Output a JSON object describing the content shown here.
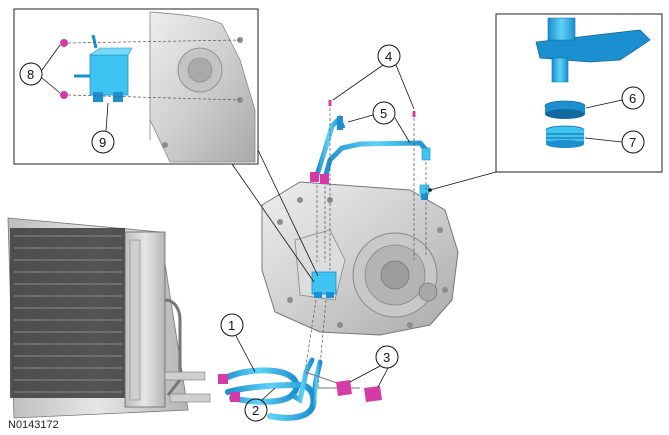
{
  "figure_id": "N0143172",
  "callouts": [
    "1",
    "2",
    "3",
    "4",
    "5",
    "6",
    "7",
    "8",
    "9"
  ],
  "colors": {
    "component": "#3fc3f0",
    "component_dark": "#1b8fd0",
    "fastener": "#d53aa6",
    "housing": "#d6d6d6",
    "housing_dark": "#9a9a9a",
    "line": "#111111"
  },
  "parts": {
    "cooler": "cooler-icon",
    "upper_tube": "upper-tube-icon",
    "lower_tube_assembly": "lower-tube-icon",
    "clamps": "clamp-icon",
    "bolts": "bolt-icon",
    "seal_ring": "seal-ring-icon",
    "o_ring": "o-ring-icon",
    "transmission": "transmission-icon",
    "radiator": "radiator-icon"
  }
}
